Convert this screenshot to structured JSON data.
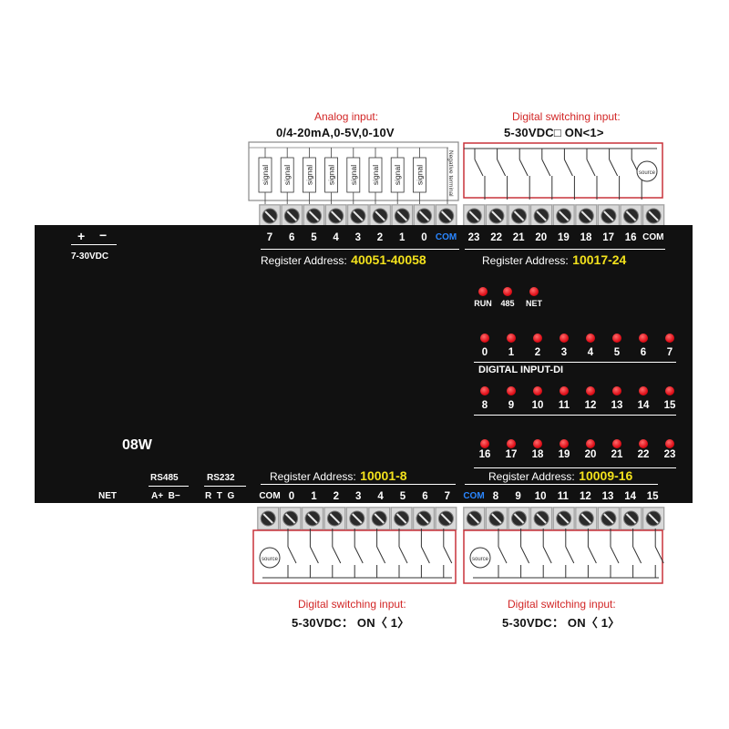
{
  "analog": {
    "title": "Analog input:",
    "spec": "0/4-20mA,0-5V,0-10V",
    "signal_label": "signal",
    "negative_label": "Negative terminal",
    "channels": [
      "7",
      "6",
      "5",
      "4",
      "3",
      "2",
      "1",
      "0"
    ],
    "com": "COM",
    "register_label": "Register Address:",
    "register_value": "40051-40058"
  },
  "di_top": {
    "title": "Digital switching input:",
    "spec": "5-30VDC□ ON<1>",
    "channels": [
      "23",
      "22",
      "21",
      "20",
      "19",
      "18",
      "17",
      "16"
    ],
    "com": "COM",
    "register_label": "Register Address:",
    "register_value": "10017-24",
    "source_label": "source"
  },
  "power": {
    "plus": "+",
    "minus": "−",
    "voltage": "7-30VDC"
  },
  "status_leds": [
    "RUN",
    "485",
    "NET"
  ],
  "led_rows": [
    [
      "0",
      "1",
      "2",
      "3",
      "4",
      "5",
      "6",
      "7"
    ],
    [
      "8",
      "9",
      "10",
      "11",
      "12",
      "13",
      "14",
      "15"
    ],
    [
      "16",
      "17",
      "18",
      "19",
      "20",
      "21",
      "22",
      "23"
    ]
  ],
  "digital_input_label": "DIGITAL INPUT-DI",
  "model": "08W",
  "bottom_left": {
    "net": "NET",
    "rs485": "RS485",
    "rs485_pins": "A+  B−",
    "rs232": "RS232",
    "rs232_pins": "R  T  G"
  },
  "di_bl": {
    "register_label": "Register Address:",
    "register_value": "10001-8",
    "com": "COM",
    "channels": [
      "0",
      "1",
      "2",
      "3",
      "4",
      "5",
      "6",
      "7"
    ],
    "title": "Digital switching input:",
    "spec": "5-30VDC： ON〈 1〉",
    "source_label": "source"
  },
  "di_br": {
    "register_label": "Register Address:",
    "register_value": "10009-16",
    "com": "COM",
    "channels": [
      "8",
      "9",
      "10",
      "11",
      "12",
      "13",
      "14",
      "15"
    ],
    "title": "Digital switching input:",
    "spec": "5-30VDC： ON〈 1〉",
    "source_label": "source"
  },
  "colors": {
    "panel": "#111111",
    "yellow": "#f2e11c",
    "blue": "#2a86ff",
    "red_led": "#e0101a",
    "frame": "#c8323a"
  }
}
